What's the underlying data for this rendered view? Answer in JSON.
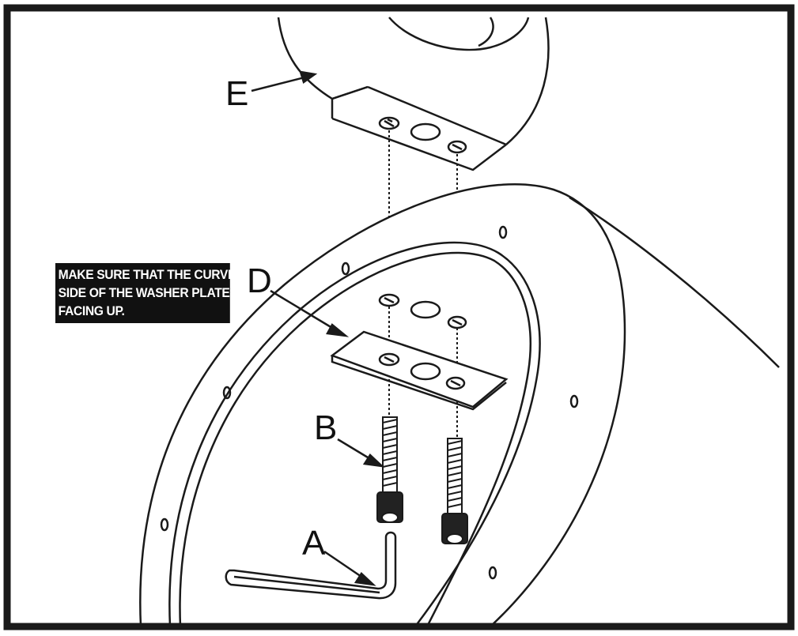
{
  "callout": {
    "lines": [
      "MAKE SURE THAT THE CURVED",
      "SIDE OF THE WASHER PLATE IS",
      "FACING UP."
    ]
  },
  "labels": {
    "a": "A",
    "b": "B",
    "d": "D",
    "e": "E"
  }
}
